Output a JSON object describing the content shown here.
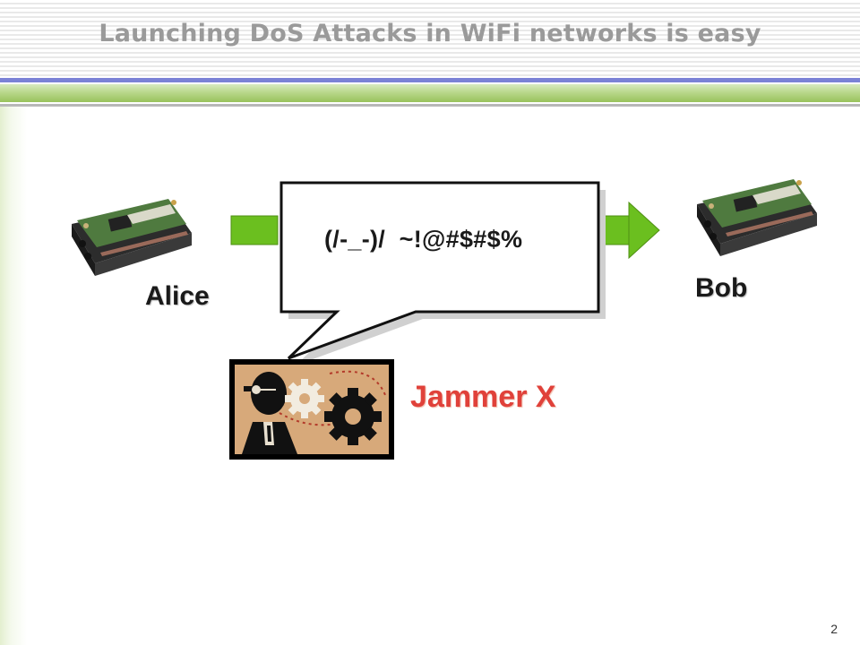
{
  "slide": {
    "title": "Launching DoS Attacks in WiFi networks is easy",
    "page_number": "2"
  },
  "nodes": {
    "sender_label": "Alice",
    "receiver_label": "Bob",
    "jammer_label": "Jammer X"
  },
  "speech_bubble": {
    "text": "(/-_-)/  ~!@#$#$%"
  },
  "colors": {
    "title": "#9a9a9a",
    "rule_blue": "#7b82d6",
    "arrow_green": "#6bbf1f",
    "jammer_label": "#e0413a",
    "jammer_panel": "#d7a97a"
  },
  "icons": [
    "sensor-board-icon",
    "arrow-right-icon",
    "hacker-gears-icon"
  ]
}
